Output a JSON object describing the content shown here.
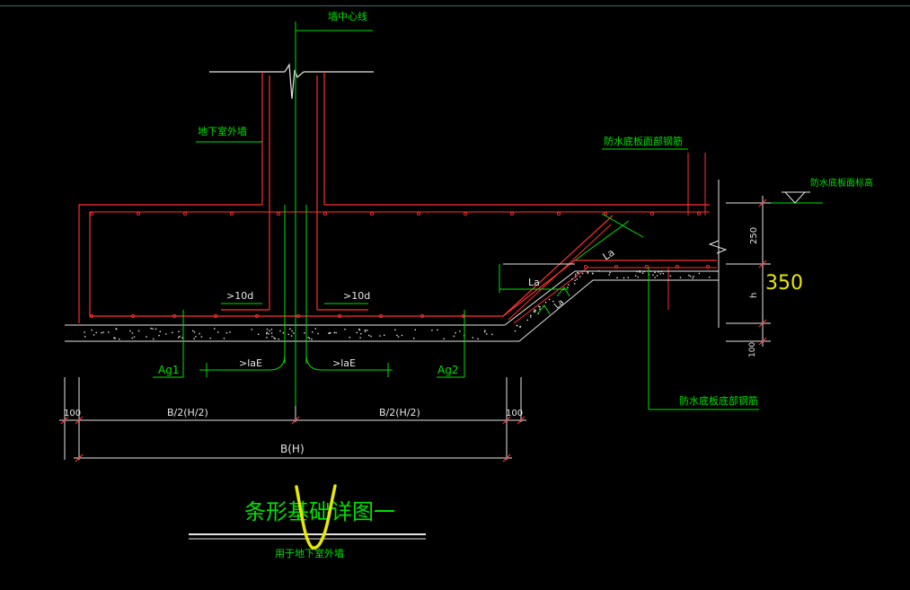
{
  "labels": {
    "wall_centerline": "墙中心线",
    "basement_outer_wall": "地下室外墙",
    "waterproof_top_rebar": "防水底板面部钢筋",
    "waterproof_slab_top_elev": "防水底板面标高",
    "waterproof_bottom_rebar": "防水底板底部钢筋",
    "ge_10d_left": ">10d",
    "ge_10d_right": ">10d",
    "ge_lae_left": ">laE",
    "ge_lae_right": ">laE",
    "ag1": "Ag1",
    "ag2": "Ag2",
    "la_1": "La",
    "la_2": "La",
    "la_3": "La"
  },
  "dimensions": {
    "d_250": "250",
    "d_h": "h",
    "d_100_right": "100",
    "d_100_left": "100",
    "d_100_right_bottom": "100",
    "half_left": "B/2(H/2)",
    "half_right": "B/2(H/2)",
    "full_width": "B(H)",
    "annotation_350": "350"
  },
  "title": {
    "main": "条形基础详图一",
    "subtitle": "用于地下室外墙"
  },
  "colors": {
    "background": "#000000",
    "annotation_green": "#00e000",
    "rebar_red": "#ff3030",
    "outline_white": "#e6e6e6",
    "highlight_yellow": "#e8e800"
  }
}
